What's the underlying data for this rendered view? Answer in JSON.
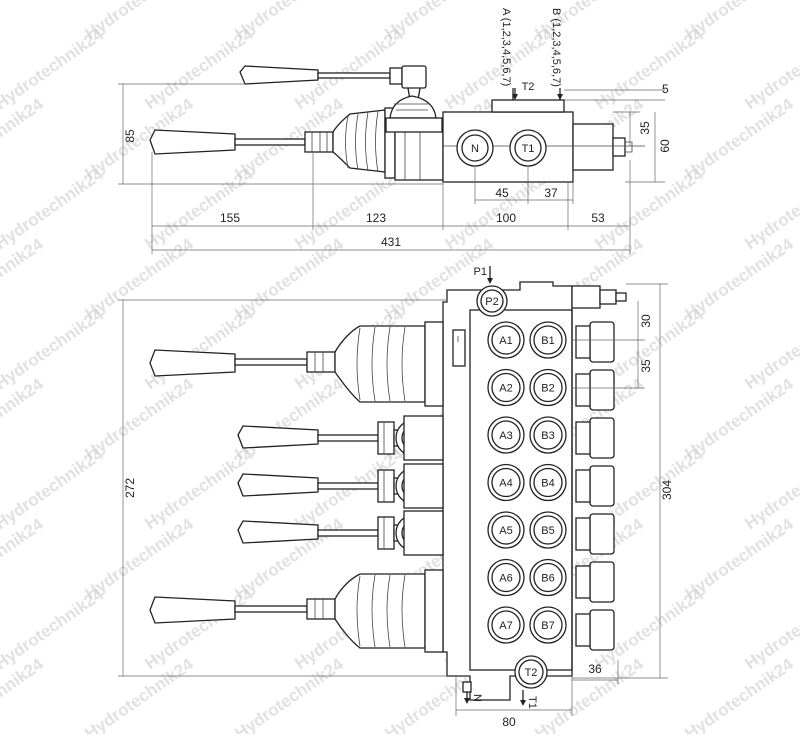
{
  "watermark": "Hydrotechnik24",
  "side_view": {
    "port_labels": {
      "a_ports": "A (1,2,3,4,5,6,7)",
      "b_ports": "B (1,2,3,4,5,6,7)",
      "t2": "T2",
      "n": "N",
      "t1": "T1"
    },
    "dimensions": {
      "height_85": "85",
      "d5": "5",
      "d35": "35",
      "d60": "60",
      "d45": "45",
      "d37": "37",
      "d155": "155",
      "d123": "123",
      "d100": "100",
      "d53": "53",
      "total_431": "431"
    }
  },
  "top_view": {
    "port_labels": {
      "p1": "P1",
      "p2": "P2",
      "a": [
        "A1",
        "A2",
        "A3",
        "A4",
        "A5",
        "A6",
        "A7"
      ],
      "b": [
        "B1",
        "B2",
        "B3",
        "B4",
        "B5",
        "B6",
        "B7"
      ],
      "t2": "T2",
      "n": "N",
      "t1": "T1"
    },
    "dimensions": {
      "d30": "30",
      "d35": "35",
      "height_272": "272",
      "height_304": "304",
      "d36": "36",
      "width_80": "80"
    }
  }
}
